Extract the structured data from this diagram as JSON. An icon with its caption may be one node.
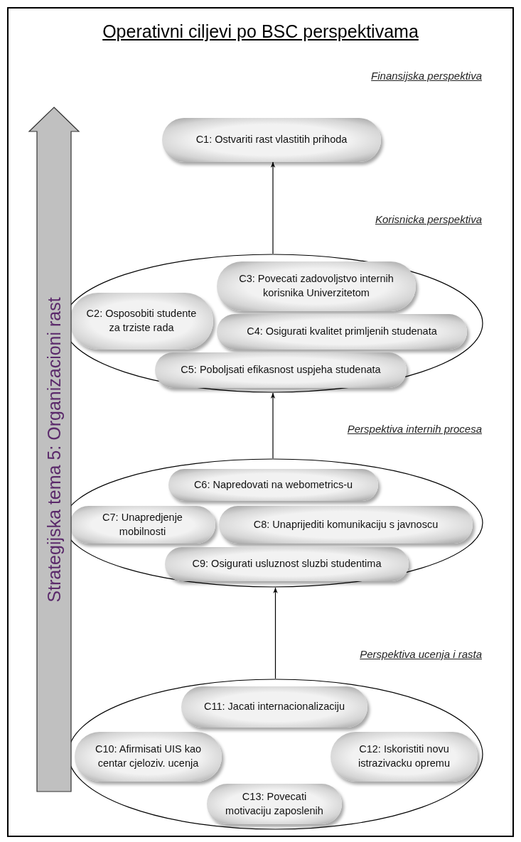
{
  "diagram": {
    "title": "Operativni ciljevi po BSC perspektivama",
    "nodes": [
      {
        "text": [
          "C1: Ostvariti rast vlastitih prihoda"
        ]
      },
      {
        "text": [],
        "shape": "ellipse"
      },
      {
        "text": [
          "C2: Osposobiti studente za trziste rada"
        ],
        "in": 1
      },
      {
        "text": [
          "C3: Povecati zadovoljstvo internih korisnika Univerzitetom"
        ],
        "in": 1
      },
      {
        "text": [
          "C4: Osigurati kvalitet primljenih studenata"
        ],
        "in": 1
      },
      {
        "text": [
          "C5: Poboljsati efikasnost uspjeha studenata"
        ],
        "in": 1
      },
      {
        "text": [],
        "shape": "ellipse"
      },
      {
        "text": [
          "C6: Napredovati na webometrics-u"
        ],
        "in": 6
      },
      {
        "text": [
          "C7: Unapredjenje mobilnosti"
        ],
        "in": 6
      },
      {
        "text": [
          "C8: Unaprijediti komunikaciju s javnoscu"
        ],
        "in": 6
      },
      {
        "text": [
          "C9: Osigurati usluznost sluzbi studentima"
        ],
        "in": 6
      },
      {
        "text": [],
        "shape": "ellipse"
      },
      {
        "text": [
          "C11: Jacati internacionalizaciju"
        ],
        "in": 11
      },
      {
        "text": [
          "C10: Afirmisati UIS kao centar cjeloziv. ucenja"
        ],
        "in": 11
      },
      {
        "text": [
          "C12: Iskoristiti novu istrazivacku opremu"
        ],
        "in": 11
      },
      {
        "text": [
          "C13: Povecati motivaciju zaposlenih"
        ],
        "in": 11
      },
      {
        "text": [
          "Strategijska tema 5: Organizacioni rast"
        ]
      }
    ],
    "edges": [
      {
        "from": 1,
        "to": 0,
        "arrow": "to"
      },
      {
        "from": 6,
        "to": 1,
        "arrow": "to"
      },
      {
        "from": 11,
        "to": 6,
        "arrow": "to"
      }
    ],
    "labels": [
      "Finansijska perspektiva",
      "Korisnicka perspektiva",
      "Perspektiva internih procesa",
      "Perspektiva ucenja i rasta"
    ]
  }
}
